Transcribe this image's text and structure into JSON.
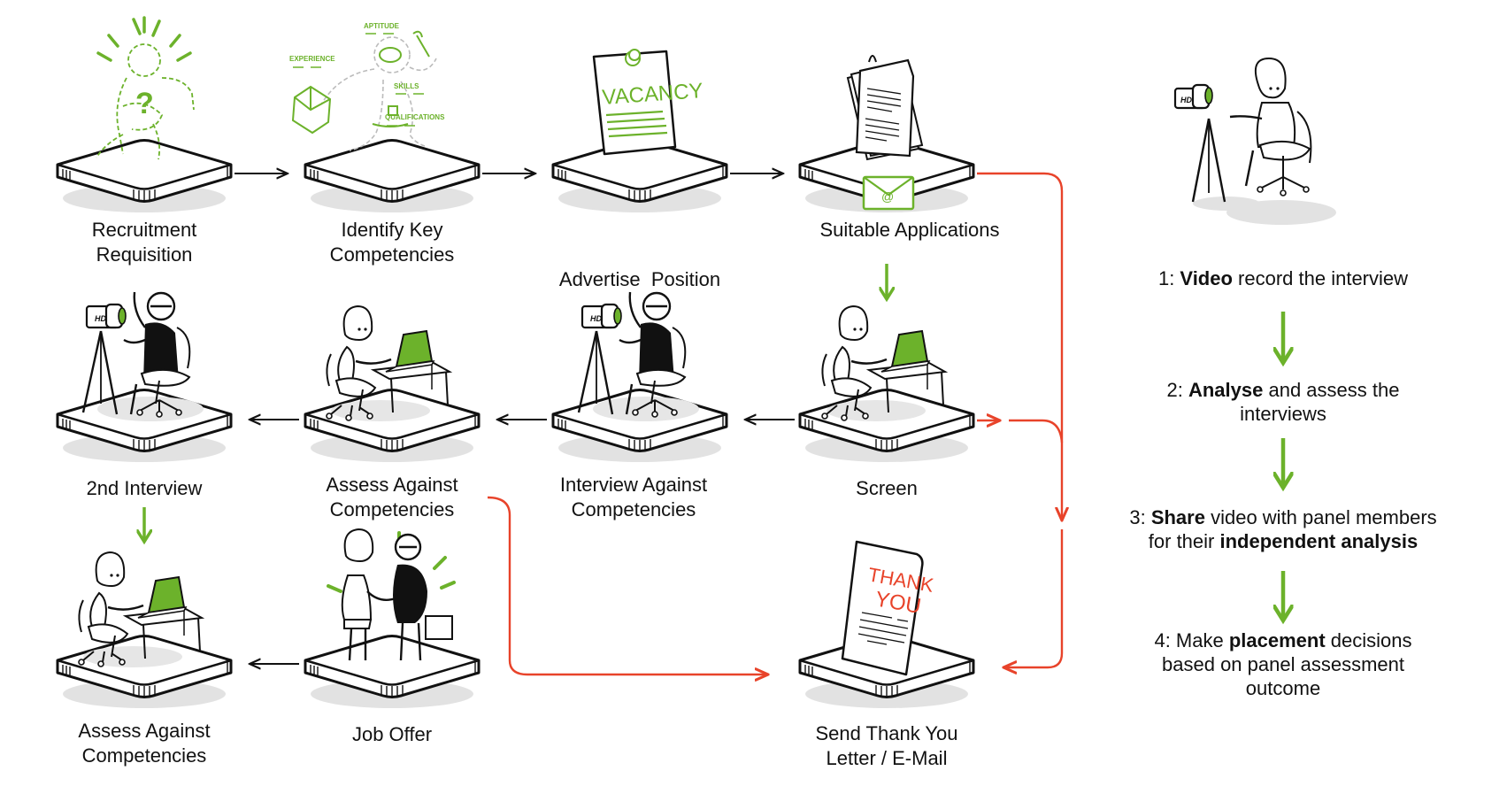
{
  "colors": {
    "accent_green": "#6cb22b",
    "reject_red": "#e8432a",
    "ink": "#111111",
    "shadow": "#e2e2e2"
  },
  "nodes": [
    {
      "id": "recruitment-requisition",
      "lines": [
        "Recruitment",
        "Requisition"
      ],
      "icon": "question-person-icon"
    },
    {
      "id": "identify-key-competencies",
      "lines": [
        "Identify Key",
        "Competencies"
      ],
      "icon": "competencies-person-icon",
      "icon_text": [
        "APTITUDE",
        "EXPERIENCE",
        "SKILLS",
        "QUALIFICATIONS"
      ]
    },
    {
      "id": "advertise-position",
      "lines": [
        "Advertise  Position"
      ],
      "icon": "vacancy-notice-icon",
      "icon_text": [
        "VACANCY"
      ]
    },
    {
      "id": "suitable-applications",
      "lines": [
        "Suitable Applications"
      ],
      "icon": "documents-email-icon",
      "icon_text": [
        "@"
      ]
    },
    {
      "id": "screen",
      "lines": [
        "Screen"
      ],
      "icon": "woman-laptop-icon"
    },
    {
      "id": "interview-against-competencies",
      "lines": [
        "Interview Against",
        "Competencies"
      ],
      "icon": "man-camera-icon",
      "icon_text": [
        "HD"
      ]
    },
    {
      "id": "assess-against-competencies-1",
      "lines": [
        "Assess Against",
        "Competencies"
      ],
      "icon": "woman-laptop-icon"
    },
    {
      "id": "2nd-interview",
      "lines": [
        "2nd Interview"
      ],
      "icon": "man-camera-icon",
      "icon_text": [
        "HD"
      ]
    },
    {
      "id": "assess-against-competencies-2",
      "lines": [
        "Assess Against",
        "Competencies"
      ],
      "icon": "woman-laptop-icon"
    },
    {
      "id": "job-offer",
      "lines": [
        "Job Offer"
      ],
      "icon": "handshake-icon"
    },
    {
      "id": "send-thank-you",
      "lines": [
        "Send Thank You",
        "Letter / E-Mail"
      ],
      "icon": "thank-you-letter-icon",
      "icon_text": [
        "THANK",
        "YOU"
      ]
    }
  ],
  "side_panel": {
    "icon": "woman-camera-icon",
    "icon_text": "HD",
    "steps": [
      {
        "lines": [
          [
            {
              "t": "1: ",
              "b": false
            },
            {
              "t": "Video",
              "b": true
            },
            {
              "t": " record the interview",
              "b": false
            }
          ]
        ]
      },
      {
        "lines": [
          [
            {
              "t": "2: ",
              "b": false
            },
            {
              "t": "Analyse",
              "b": true
            },
            {
              "t": " and assess the",
              "b": false
            }
          ],
          [
            {
              "t": "interviews",
              "b": false
            }
          ]
        ]
      },
      {
        "lines": [
          [
            {
              "t": "3: ",
              "b": false
            },
            {
              "t": "Share",
              "b": true
            },
            {
              "t": " video with panel members",
              "b": false
            }
          ],
          [
            {
              "t": "for their ",
              "b": false
            },
            {
              "t": "independent analysis",
              "b": true
            }
          ]
        ]
      },
      {
        "lines": [
          [
            {
              "t": "4: Make ",
              "b": false
            },
            {
              "t": "placement",
              "b": true
            },
            {
              "t": " decisions",
              "b": false
            }
          ],
          [
            {
              "t": "based on panel assessment",
              "b": false
            }
          ],
          [
            {
              "t": "outcome",
              "b": false
            }
          ]
        ]
      }
    ]
  }
}
